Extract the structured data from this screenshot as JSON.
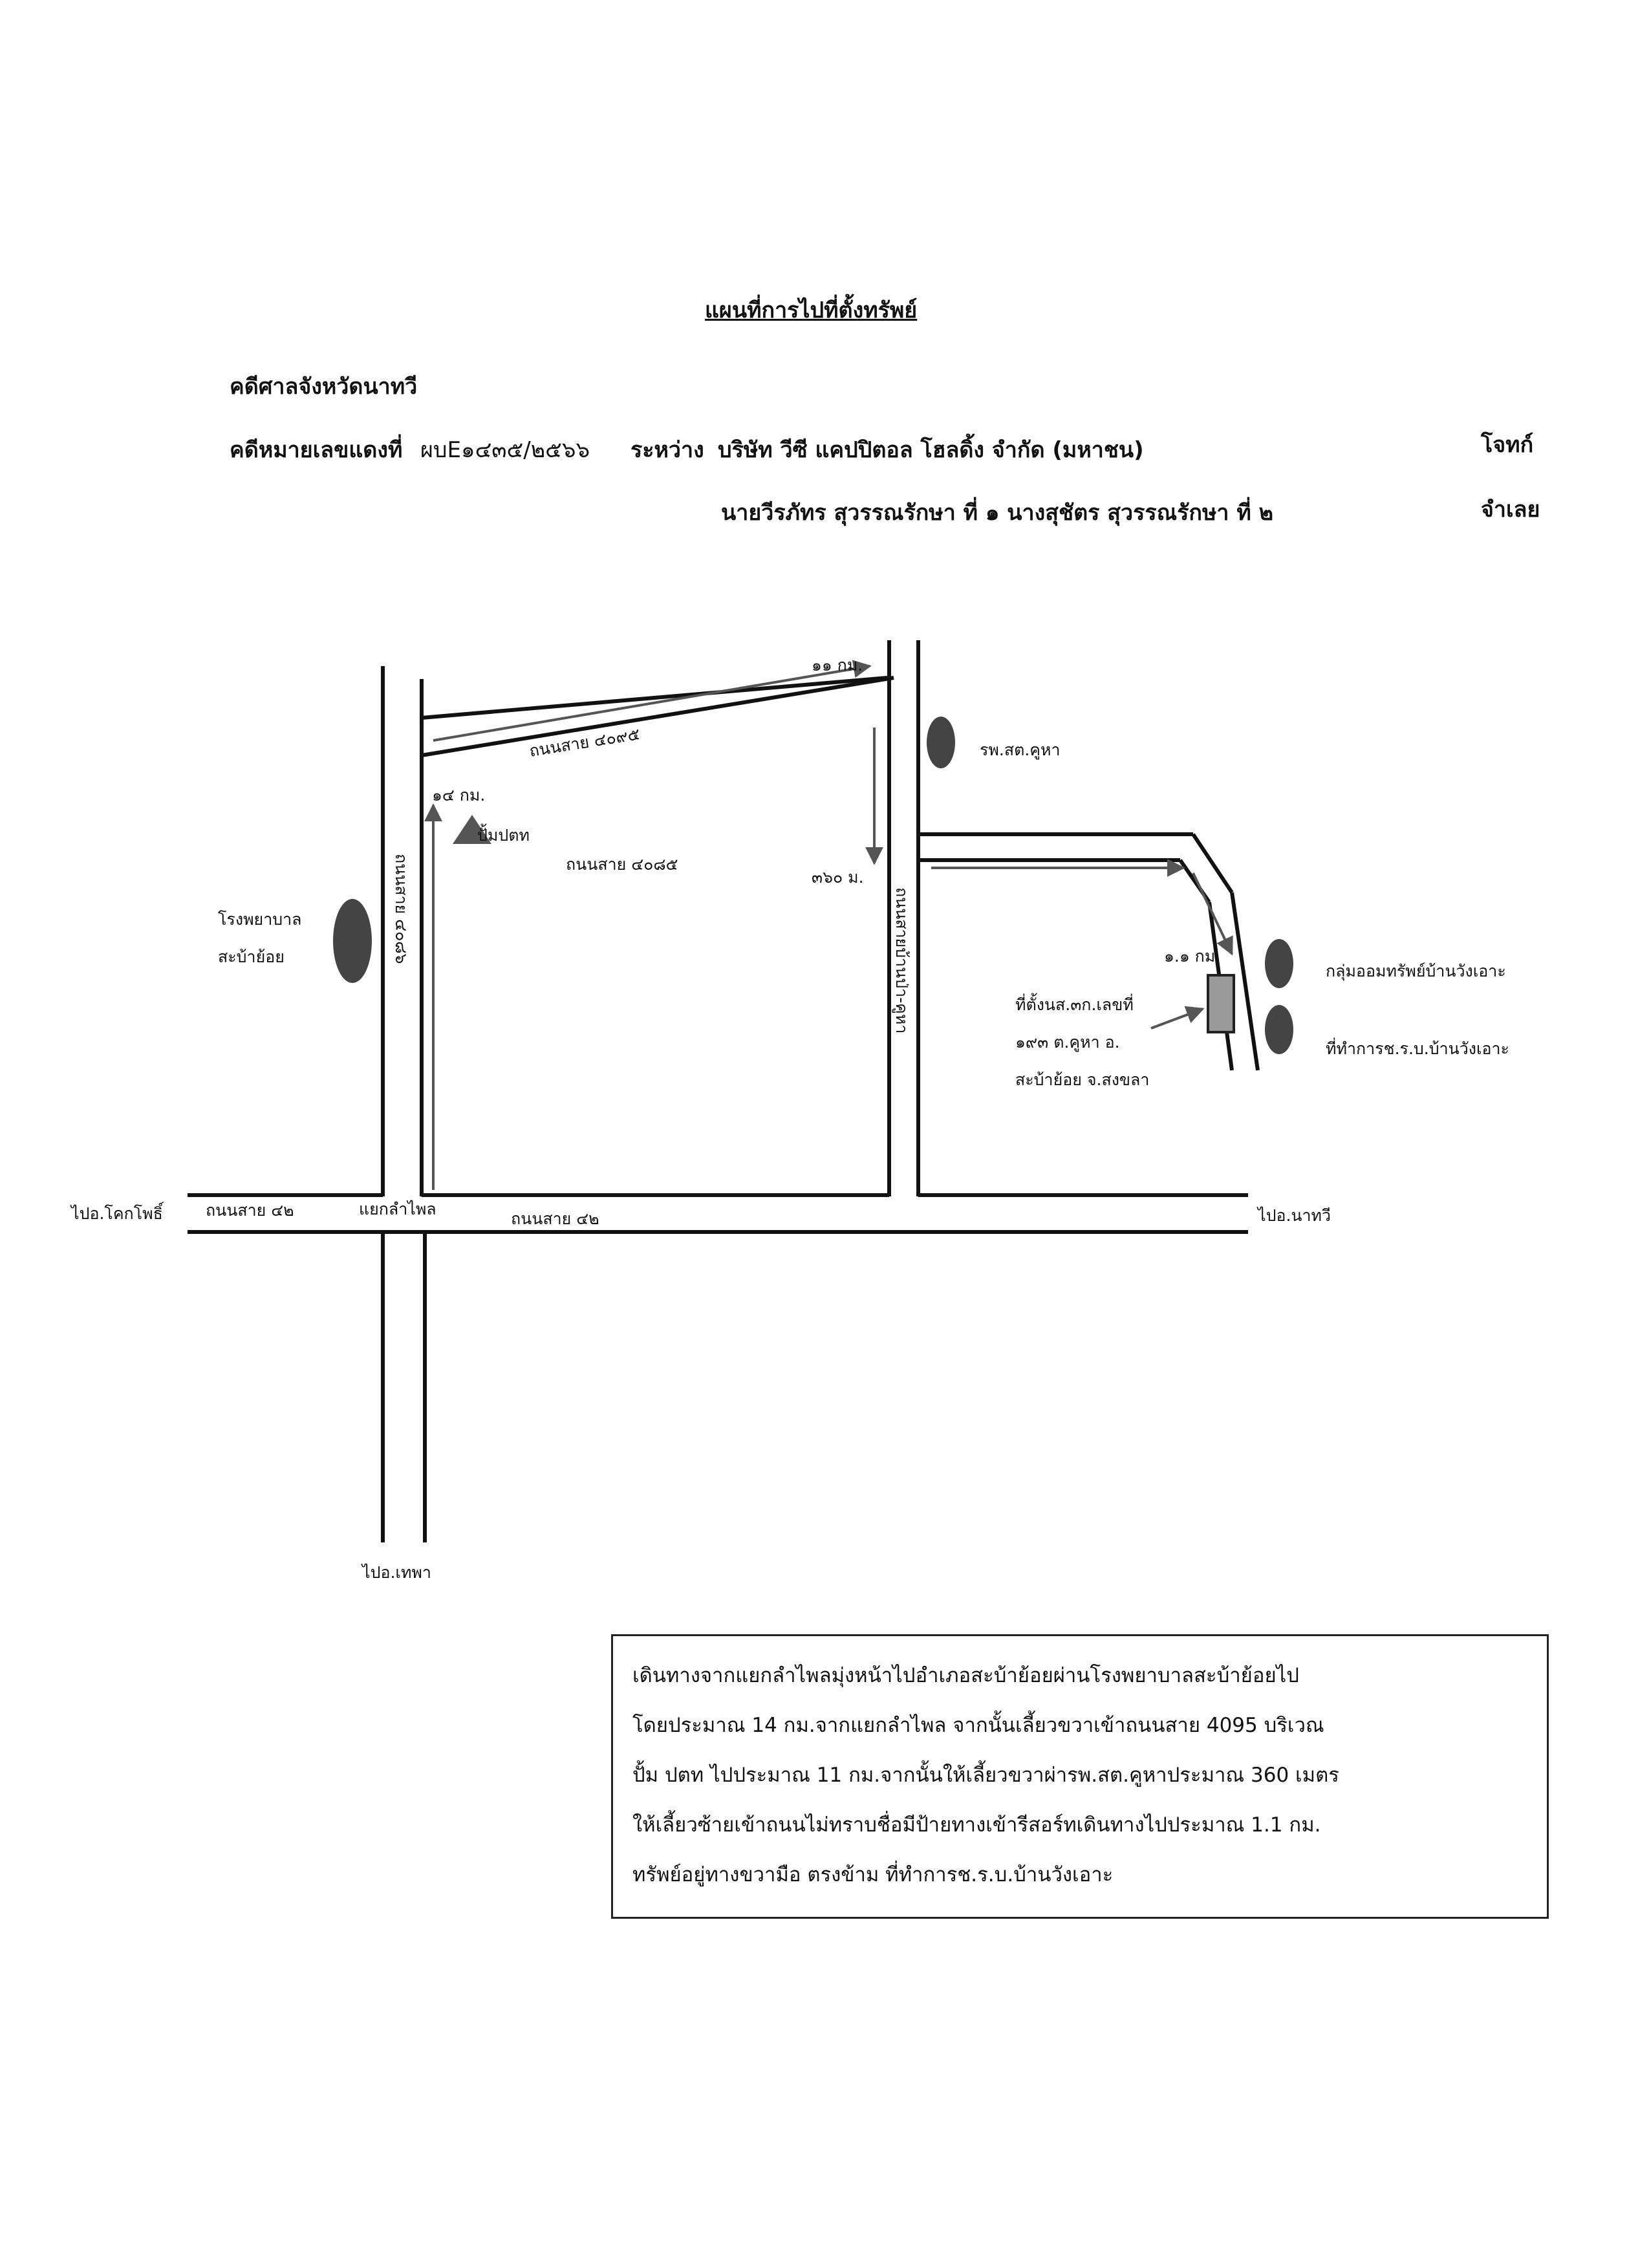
{
  "document": {
    "title": "แผนที่การไปที่ตั้งทรัพย์",
    "court": "คดีศาลจังหวัดนาทวี",
    "case_number_label": "คดีหมายเลขแดงที่",
    "case_number": "ผบE๑๔๓๕/๒๕๖๖",
    "between_label": "ระหว่าง",
    "plaintiff": "บริษัท วีซี แคปปิตอล โฮลดิ้ง จำกัด (มหาชน)",
    "plaintiff_role": "โจทก์",
    "defendants": "นายวีรภัทร  สุวรรณรักษา ที่ ๑ นางสุชัตร สุวรรณรักษา ที่ ๒",
    "defendant_role": "จำเลย"
  },
  "map": {
    "road_4095": "ถนนสาย ๔๐๙๕",
    "road_4085": "ถนนสาย ๔๐๘๕",
    "road_4086_vertical": "ถนนสาย ๔๐๘๖",
    "road_unnamed_vertical": "ถนนสายบ้านป่า-คูหา",
    "road_42_left": "ถนนสาย ๔๒",
    "road_42_mid": "ถนนสาย ๔๒",
    "dist_11km": "๑๑ กม.",
    "dist_14km": "๑๔ กม.",
    "dist_360m": "๓๖๐ ม.",
    "dist_1_1km": "๑.๑ กม.",
    "gas_station": "ปั้มปตท",
    "health_station": "รพ.สต.คูหา",
    "hospital_line1": "โรงพยาบาล",
    "hospital_line2": "สะบ้าย้อย",
    "savings_group": "กลุ่มออมทรัพย์บ้านวังเอาะ",
    "village_office": "ที่ทำการช.ร.บ.บ้านวังเอาะ",
    "property_line1": "ที่ตั้งนส.๓ก.เลขที่",
    "property_line2": "๑๙๓ ต.คูหา อ.",
    "property_line3": "สะบ้าย้อย จ.สงขลา",
    "to_khok_pho": "ไปอ.โคกโพธิ์",
    "junction": "แยกลำไพล",
    "to_na_thawi": "ไปอ.นาทวี",
    "to_thepha": "ไปอ.เทพา"
  },
  "directions": {
    "line1": "เดินทางจากแยกลำไพลมุ่งหน้าไปอำเภอสะบ้าย้อยผ่านโรงพยาบาลสะบ้าย้อยไป",
    "line2": "โดยประมาณ 14 กม.จากแยกลำไพล จากนั้นเลี้ยวขวาเข้าถนนสาย 4095 บริเวณ",
    "line3": "ปั้ม ปตท ไปประมาณ 11 กม.จากนั้นให้เลี้ยวขวาผ่ารพ.สต.คูหาประมาณ 360 เมตร",
    "line4": "ให้เลี้ยวซ้ายเข้าถนนไม่ทราบชื่อมีป้ายทางเข้ารีสอร์ทเดินทางไปประมาณ 1.1 กม.",
    "line5": "ทรัพย์อยู่ทางขวามือ ตรงข้าม ที่ทำการช.ร.บ.บ้านวังเอาะ"
  }
}
